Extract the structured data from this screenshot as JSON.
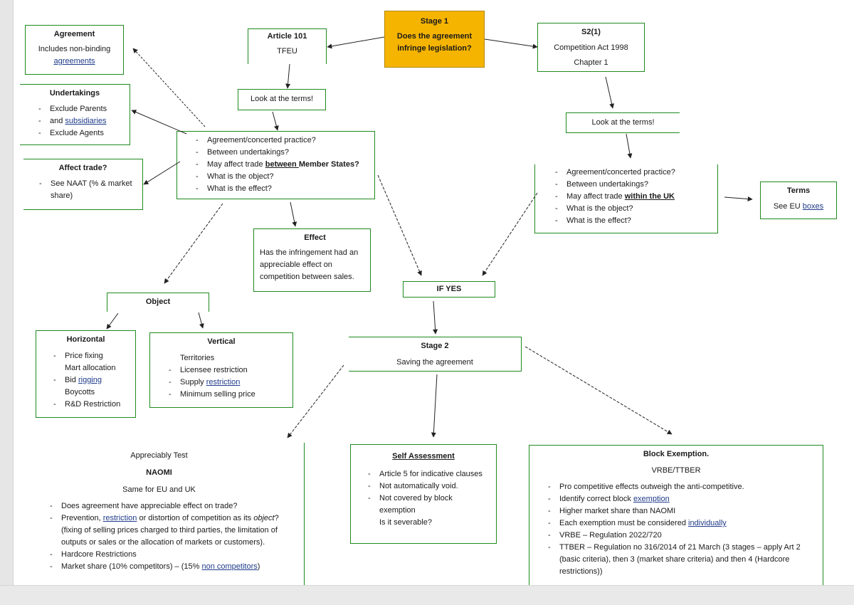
{
  "stage1": {
    "title": "Stage 1",
    "line1": "Does the agreement",
    "line2": "infringe legislation?"
  },
  "article101": {
    "title": "Article 101",
    "sub": "TFEU"
  },
  "s21": {
    "title": "S2(1)",
    "line1": "Competition Act 1998",
    "line2": "Chapter 1"
  },
  "agreement": {
    "title": "Agreement",
    "line1": "Includes non-binding",
    "line2": "agreements"
  },
  "undertakings": {
    "title": "Undertakings",
    "items": [
      "Exclude Parents",
      "and",
      "subsidiaries",
      "Exclude Agents"
    ]
  },
  "affect_trade": {
    "title": "Affect trade?",
    "line1": "See NAAT (% & market",
    "line2": "share)"
  },
  "look_terms_left": {
    "label": "Look at the terms!"
  },
  "look_terms_right": {
    "label": "Look at the terms!"
  },
  "eu_terms": {
    "items": [
      "Agreement/concerted practice?",
      "Between undertakings?",
      "May affect trade ",
      "between ",
      "Member States?",
      "What is the object?",
      "What is the effect?"
    ]
  },
  "uk_terms": {
    "items": [
      "Agreement/concerted practice?",
      "Between undertakings?",
      "May affect trade ",
      "within the UK",
      "What is the object?",
      "What is the effect?"
    ]
  },
  "terms_box": {
    "title": "Terms",
    "line1": "See EU ",
    "line2": "boxes"
  },
  "effect": {
    "title": "Effect",
    "line1": "Has the infringement had an",
    "line2": "appreciable effect on",
    "line3": "competition between sales."
  },
  "object": {
    "title": "Object"
  },
  "if_yes": {
    "label": "IF YES"
  },
  "horizontal": {
    "title": "Horizontal",
    "items": [
      "Price fixing",
      "Mart allocation",
      "Bid ",
      "rigging",
      "Boycotts",
      "R&D Restriction"
    ]
  },
  "vertical": {
    "title": "Vertical",
    "items": [
      "Territories",
      "Licensee restriction",
      "Supply ",
      "restriction",
      "Minimum selling price"
    ]
  },
  "stage2": {
    "title": "Stage 2",
    "sub": "Saving the agreement"
  },
  "appreciably": {
    "heading": "Appreciably Test",
    "naomi": "NAOMI",
    "sub": "Same for EU and UK",
    "items": [
      "Does agreement have appreciable effect on trade?",
      "Prevention, ",
      "restriction",
      " or distortion of competition as its ",
      "object",
      "?",
      "(fixing of selling prices charged to third parties, the limitation of",
      "outputs or sales or the allocation of markets or customers).",
      "Hardcore Restrictions",
      "Market share (10% competitors) – (15% ",
      "non competitors",
      ")"
    ]
  },
  "self_assessment": {
    "title": "Self Assessment",
    "items": [
      "Article 5 for indicative clauses",
      "Not automatically void.",
      "Not covered by block",
      "exemption",
      "Is it severable?"
    ]
  },
  "block_exemption": {
    "title": "Block Exemption.",
    "sub": "VRBE/TTBER",
    "items": [
      "Pro competitive effects outweigh the anti-competitive.",
      "Identify correct block ",
      "exemption",
      "Higher market share than NAOMI",
      "Each exemption must be considered ",
      "individually",
      "VRBE – Regulation 2022/720",
      "TTBER – Regulation no 316/2014 of 21 March (3 stages – apply Art 2",
      "(basic criteria), then 3 (market share criteria) and then 4 (Hardcore",
      "restrictions))"
    ]
  },
  "colors": {
    "stage1_fill": "#f5b400",
    "box_border": "#1e8a1e",
    "link": "#1f3b8a"
  }
}
